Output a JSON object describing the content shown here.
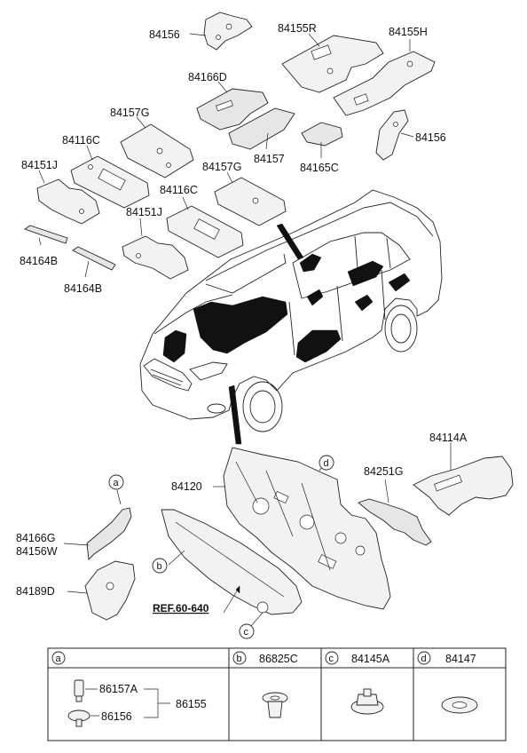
{
  "labels": {
    "p84156_top": "84156",
    "p84155R": "84155R",
    "p84155H": "84155H",
    "p84166D": "84166D",
    "p84157G_a": "84157G",
    "p84116C_a": "84116C",
    "p84157": "84157",
    "p84165C": "84165C",
    "p84156_right": "84156",
    "p84151J_a": "84151J",
    "p84157G_b": "84157G",
    "p84116C_b": "84116C",
    "p84151J_b": "84151J",
    "p84164B_a": "84164B",
    "p84164B_b": "84164B",
    "p84120": "84120",
    "p84251G": "84251G",
    "p84114A": "84114A",
    "p84166G": "84166G",
    "p84156W": "84156W",
    "p84189D": "84189D",
    "ref": "REF.60-640"
  },
  "callouts": {
    "a": "a",
    "b": "b",
    "c": "c",
    "d": "d"
  },
  "legend": {
    "a_letter": "a",
    "b_letter": "b",
    "b_part": "86825C",
    "c_letter": "c",
    "c_part": "84145A",
    "d_letter": "d",
    "d_part": "84147",
    "a_sub1": "86157A",
    "a_sub2": "86156",
    "a_group": "86155"
  }
}
